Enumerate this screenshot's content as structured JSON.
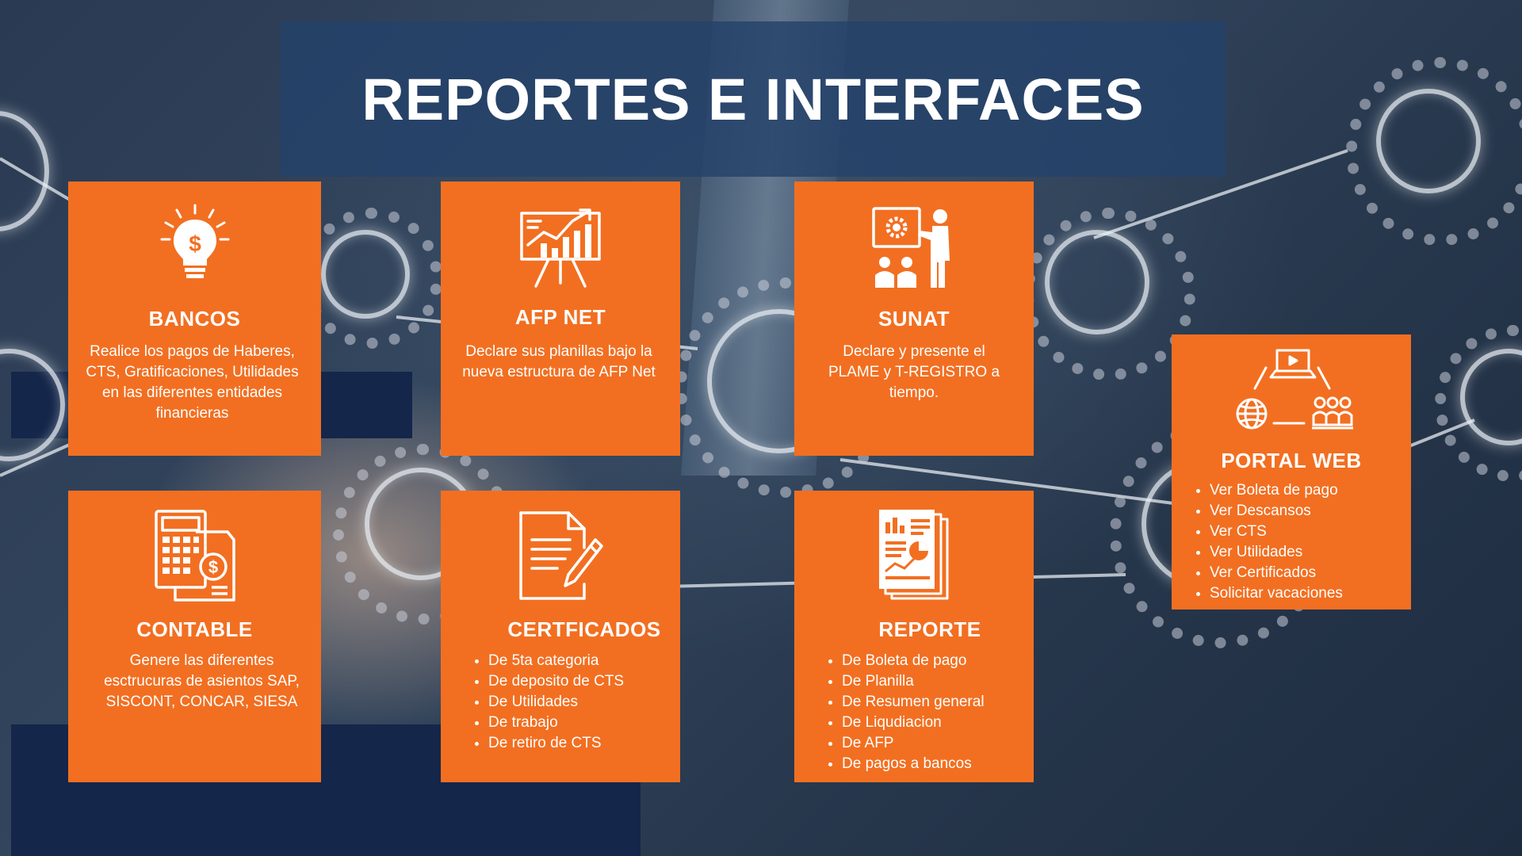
{
  "title": "REPORTES E INTERFACES",
  "colors": {
    "accent": "#f26f21",
    "navy": "#14264a",
    "title_bg": "#24426a"
  },
  "cards": {
    "bancos": {
      "icon": "lightbulb-dollar-icon",
      "title": "BANCOS",
      "text": "Realice los pagos de Haberes, CTS, Gratificaciones, Utilidades en las diferentes entidades financieras"
    },
    "afpnet": {
      "icon": "presentation-chart-icon",
      "title": "AFP NET",
      "text": "Declare sus planillas bajo la nueva estructura de AFP Net"
    },
    "sunat": {
      "icon": "presenter-audience-icon",
      "title": "SUNAT",
      "text": "Declare y presente el PLAME y T-REGISTRO a tiempo."
    },
    "contable": {
      "icon": "calculator-invoice-icon",
      "title": "CONTABLE",
      "text": "Genere las diferentes esctrucuras de asientos SAP, SISCONT, CONCAR, SIESA"
    },
    "certificados": {
      "icon": "document-pen-icon",
      "title": "CERTFICADOS",
      "items": [
        "De 5ta categoria",
        "De deposito de CTS",
        "De Utilidades",
        "De trabajo",
        "De retiro de CTS"
      ]
    },
    "reporte": {
      "icon": "report-charts-icon",
      "title": "REPORTE",
      "items": [
        "De Boleta de pago",
        "De Planilla",
        "De Resumen general",
        "De Liqudiacion",
        "De AFP",
        "De pagos a bancos"
      ]
    },
    "portal": {
      "icon": "laptop-globe-people-icon",
      "title": "PORTAL WEB",
      "items": [
        "Ver Boleta de pago",
        "Ver Descansos",
        "Ver CTS",
        "Ver Utilidades",
        "Ver Certificados",
        "Solicitar vacaciones"
      ]
    }
  }
}
